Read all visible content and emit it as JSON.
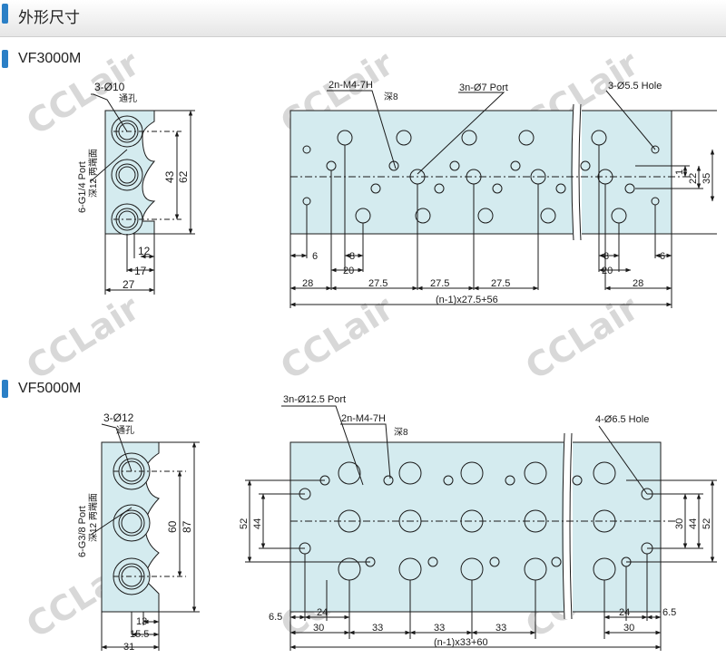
{
  "header": {
    "title": "外形尺寸"
  },
  "watermark": {
    "text": "CCLair"
  },
  "vf3000": {
    "model": "VF3000M",
    "side_view": {
      "top_hole_label": "3-Ø10",
      "top_hole_sub": "通孔",
      "port_label": "6-G1/4 Port",
      "port_sub": "深12 两端面",
      "dims": [
        "43",
        "62",
        "12",
        "17",
        "27"
      ]
    },
    "front_view": {
      "thread_label": "2n-M4-7H",
      "thread_sub": "深8",
      "port_label": "3n-Ø7 Port",
      "hole_label": "3-Ø5.5 Hole",
      "right_dims": [
        "1",
        "22",
        "35"
      ],
      "bottom_dims": [
        "6",
        "8",
        "20",
        "28",
        "27.5",
        "27.5",
        "27.5",
        "8",
        "20",
        "6",
        "28"
      ],
      "total": "(n-1)x27.5+56"
    }
  },
  "vf5000": {
    "model": "VF5000M",
    "side_view": {
      "top_hole_label": "3-Ø12",
      "top_hole_sub": "通孔",
      "port_label": "6-G3/8 Port",
      "port_sub": "深12 两端面",
      "dims": [
        "60",
        "87",
        "13",
        "15.5",
        "31"
      ]
    },
    "front_view": {
      "port_label": "3n-Ø12.5 Port",
      "thread_label": "2n-M4-7H",
      "thread_sub": "深8",
      "hole_label": "4-Ø6.5 Hole",
      "left_dims": [
        "52",
        "44"
      ],
      "right_dims": [
        "30",
        "44",
        "52"
      ],
      "bottom_dims": [
        "6.5",
        "24",
        "30",
        "33",
        "33",
        "33",
        "24",
        "6.5",
        "30"
      ],
      "total": "(n-1)x33+60"
    }
  },
  "colors": {
    "part_fill": "#d4ebef",
    "accent": "#2a7fc6",
    "line": "#1a1a1a"
  }
}
